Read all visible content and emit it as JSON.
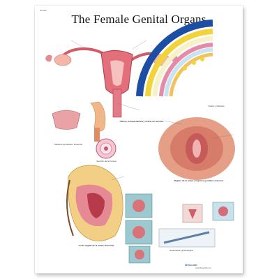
{
  "poster": {
    "title": "The Female Genital Organs",
    "code": "VR 4222",
    "captions": {
      "uterus_section": "Úteros, trompa uterina y ovario en sección",
      "spiral_ovary": "Ovario y folículos",
      "reproductive_system": "Sistema reproductor femenino",
      "tube_cross_section": "Sección de la trompa",
      "vulva": "Región de la vulva y órganos genitales externos",
      "pelvis_sagittal": "Corte sagital de la pelvis femenina",
      "speculum_views": "Exploración ginecológica"
    },
    "footer": {
      "brand": "3B Scientific",
      "note": "www.3bscientific.com"
    }
  },
  "colors": {
    "flesh": "#e8a08a",
    "muscle": "#c2474a",
    "spiral_outer": "#1c4fa3",
    "spiral_yellow": "#f2d43a",
    "background": "#ffffff"
  }
}
